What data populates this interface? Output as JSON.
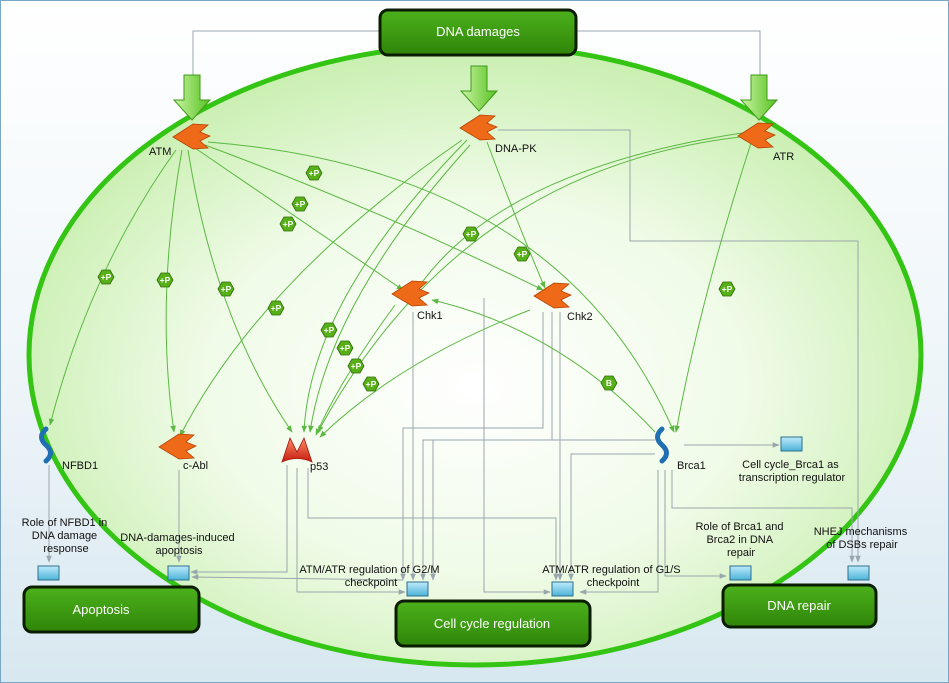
{
  "boxes": {
    "dna_damages": "DNA damages",
    "apoptosis": "Apoptosis",
    "cell_cycle": "Cell cycle regulation",
    "dna_repair": "DNA repair"
  },
  "proteins": {
    "atm": "ATM",
    "dnapk": "DNA-PK",
    "atr": "ATR",
    "chk1": "Chk1",
    "chk2": "Chk2",
    "nfbd1": "NFBD1",
    "cabl": "c-Abl",
    "p53": "p53",
    "brca1": "Brca1"
  },
  "processes": {
    "nfbd1_role": [
      "Role of NFBD1 in",
      "DNA damage",
      "response"
    ],
    "apoptosis_proc": [
      "DNA-damages-induced",
      "apoptosis"
    ],
    "g2m": [
      "ATM/ATR regulation of G2/M",
      "checkpoint"
    ],
    "g1s": [
      "ATM/ATR regulation of G1/S",
      "checkpoint"
    ],
    "brca_repair": [
      "Role of Brca1 and",
      "Brca2 in DNA",
      "repair"
    ],
    "nhej": [
      "NHEJ mechanisms",
      "of DSBs repair"
    ],
    "brca1_tr": [
      "Cell cycle_Brca1 as",
      "transcription regulator"
    ]
  },
  "badges": {
    "phospho": "+P",
    "binding": "B"
  },
  "colors": {
    "box_fill": "#3a9a10",
    "box_border": "#0b1d00",
    "cell_border": "#33c414",
    "arrow": "#5cb843",
    "kinase": "#ee6a18",
    "badge": "#58b018",
    "process": "#6ec8e6"
  }
}
